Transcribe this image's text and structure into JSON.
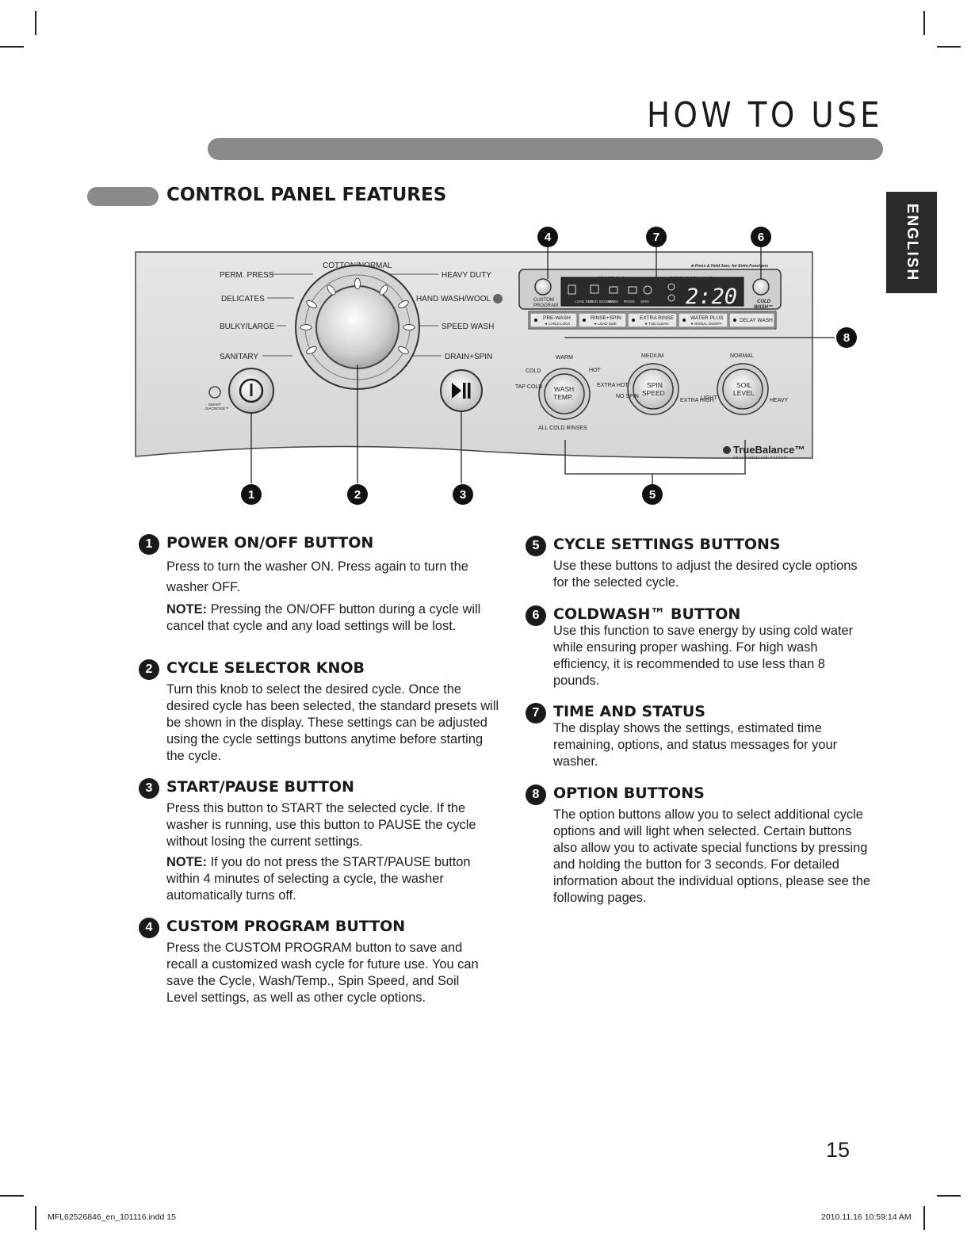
{
  "header": {
    "title": "HOW TO USE",
    "language_tab": "ENGLISH",
    "section_title": "CONTROL PANEL FEATURES"
  },
  "panel": {
    "callouts": [
      "1",
      "2",
      "3",
      "4",
      "5",
      "6",
      "7",
      "8"
    ],
    "knob_cycles": {
      "top": "COTTON/NORMAL",
      "left": [
        "PERM. PRESS",
        "DELICATES",
        "BULKY/LARGE",
        "SANITARY"
      ],
      "right": [
        "HEAVY DUTY",
        "HAND WASH/WOOL",
        "SPEED WASH",
        "DRAIN+SPIN"
      ]
    },
    "smart_diagnosis": [
      "SMART",
      "DIAGNOSIS™"
    ],
    "hold_note": "★ Press & Hold 3sec. for Extra Functions",
    "custom_program": [
      "CUSTOM",
      "PROGRAM"
    ],
    "cold_wash": [
      "COLD",
      "WASH™"
    ],
    "display": {
      "time": "2:20",
      "processing": "PROCESSING",
      "est_time": "EST. TIME REMAINING",
      "steps": [
        "LOAD SIZE",
        "LOAD SENSING",
        "WASH",
        "RINSE",
        "SPIN"
      ]
    },
    "options": [
      {
        "label": "PRE-WASH",
        "sub": "★ CHILD LOCK"
      },
      {
        "label": "RINSE+SPIN",
        "sub": "★ LOAD SIZE"
      },
      {
        "label": "EXTRA RINSE",
        "sub": "★ TUB CLEAN"
      },
      {
        "label": "WATER PLUS",
        "sub": "★ SIGNAL ON/OFF"
      },
      {
        "label": "DELAY WASH",
        "sub": ""
      }
    ],
    "wash_temp": {
      "label": [
        "WASH",
        "TEMP."
      ],
      "levels": [
        "TAP COLD",
        "COLD",
        "WARM",
        "HOT",
        "EXTRA HOT"
      ],
      "note": "ALL COLD RINSES"
    },
    "spin_speed": {
      "label": [
        "SPIN",
        "SPEED"
      ],
      "levels": [
        "NO SPIN",
        "MEDIUM",
        "EXTRA HIGH"
      ]
    },
    "soil_level": {
      "label": [
        "SOIL",
        "LEVEL"
      ],
      "levels": [
        "LIGHT",
        "NORMAL",
        "HEAVY"
      ]
    },
    "brand": "TrueBalance™",
    "brand_sub": "ANTI-VIBRATION SYSTEM"
  },
  "items": [
    {
      "num": "1",
      "title": "POWER ON/OFF BUTTON",
      "paras": [
        "Press to turn the washer ON. Press again to turn the washer OFF.",
        "Pressing the ON/OFF button during a cycle will cancel that cycle and any load settings will be lost."
      ],
      "note_label": "NOTE:"
    },
    {
      "num": "2",
      "title": "CYCLE SELECTOR KNOB",
      "paras": [
        "Turn this knob to select the desired cycle. Once the desired cycle has been selected, the standard presets will be shown in the display. These settings can be adjusted using the cycle settings buttons anytime before starting the cycle."
      ]
    },
    {
      "num": "3",
      "title": "START/PAUSE BUTTON",
      "paras": [
        "Press this button to START the selected cycle. If the washer is running, use this button to PAUSE the cycle without losing the current settings.",
        "If you do not press the START/PAUSE button within 4 minutes of selecting a cycle, the washer automatically turns off."
      ],
      "note_label": "NOTE:"
    },
    {
      "num": "4",
      "title": "CUSTOM PROGRAM BUTTON",
      "paras": [
        "Press the CUSTOM PROGRAM button to save and recall a customized wash cycle for future use. You can save the Cycle, Wash/Temp., Spin Speed, and Soil Level settings, as well as other cycle options."
      ]
    },
    {
      "num": "5",
      "title": "CYCLE SETTINGS BUTTONS",
      "paras": [
        "Use these buttons to adjust the desired cycle options for the selected cycle."
      ]
    },
    {
      "num": "6",
      "title": "COLDWASH™ BUTTON",
      "paras": [
        "Use this function to save energy by using cold water while ensuring proper washing. For high wash efficiency, it is recommended to use less than 8 pounds."
      ]
    },
    {
      "num": "7",
      "title": "TIME AND STATUS",
      "paras": [
        "The display shows the settings, estimated time remaining, options, and status messages for your washer."
      ]
    },
    {
      "num": "8",
      "title": "OPTION BUTTONS",
      "paras": [
        "The option buttons allow you to select additional cycle options and will light when selected. Certain buttons also allow you to activate special functions by pressing and holding the button for 3 seconds. For detailed information about the individual options, please see the following pages."
      ]
    }
  ],
  "footer": {
    "page_number": "15",
    "file": "MFL62526846_en_101116.indd   15",
    "timestamp": "2010.11.16   10:59:14 AM"
  }
}
